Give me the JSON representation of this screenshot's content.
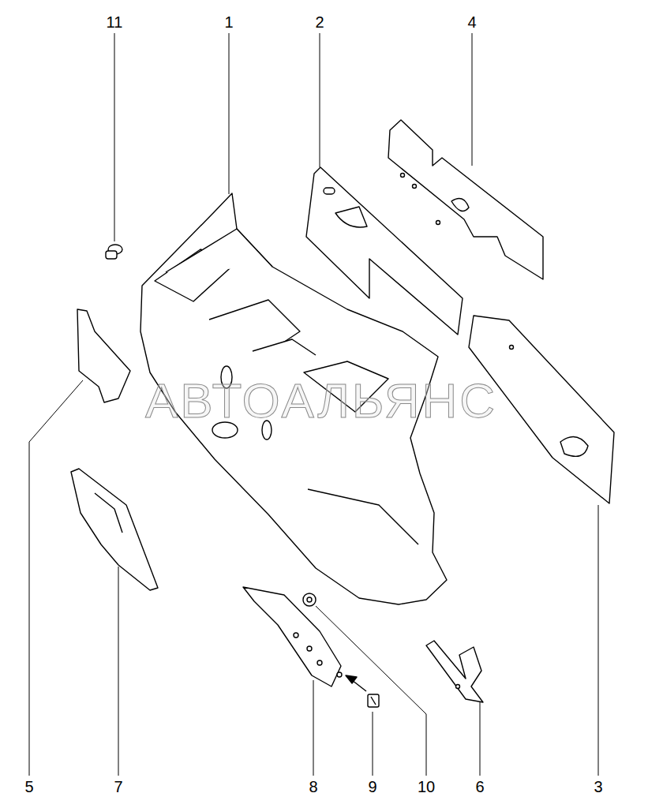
{
  "diagram": {
    "labels": [
      "11",
      "1",
      "2",
      "4",
      "5",
      "7",
      "8",
      "9",
      "10",
      "6",
      "3",
      "АВТОАЛЬЯНС"
    ]
  }
}
